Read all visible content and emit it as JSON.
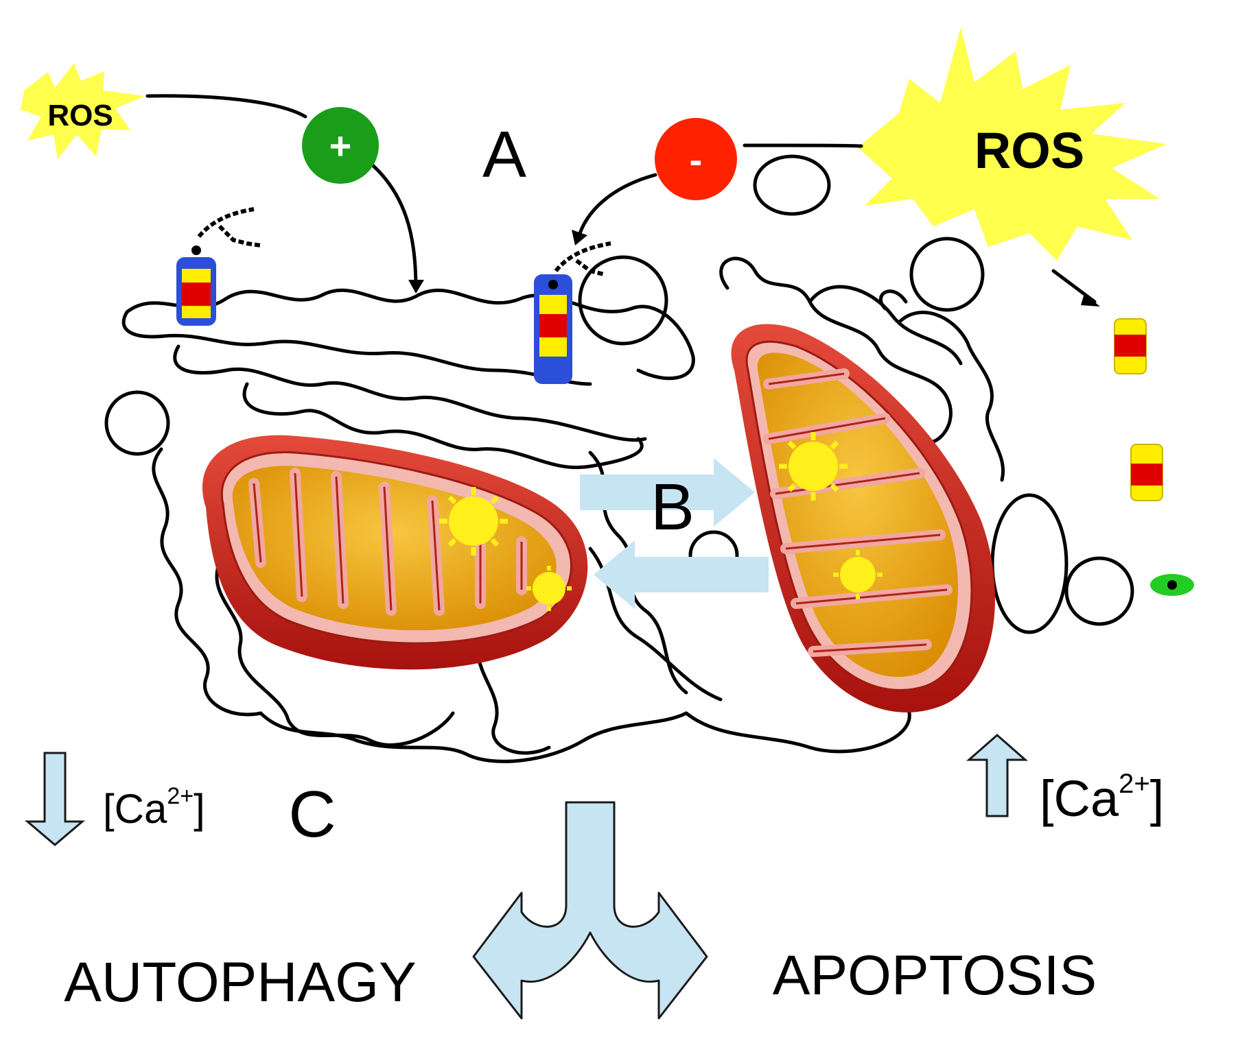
{
  "labels": {
    "ros_small": "ROS",
    "ros_large": "ROS",
    "plus_sign": "+",
    "minus_sign": "-",
    "panel_a": "A",
    "panel_b": "B",
    "panel_c": "C",
    "ca_left_base": "[Ca",
    "ca_left_sup": "2+",
    "ca_left_close": "]",
    "ca_right_base": "[Ca",
    "ca_right_sup": "2+",
    "ca_right_close": "]",
    "autophagy": "AUTOPHAGY",
    "apoptosis": "APOPTOSIS"
  },
  "colors": {
    "ros_burst": "#ffff4d",
    "plus": "#1a9e1a",
    "minus": "#ff2200",
    "mito_outer": "#c8201a",
    "mito_matrix": "#e8a800",
    "arrow_fill": "#c7e4f3"
  }
}
